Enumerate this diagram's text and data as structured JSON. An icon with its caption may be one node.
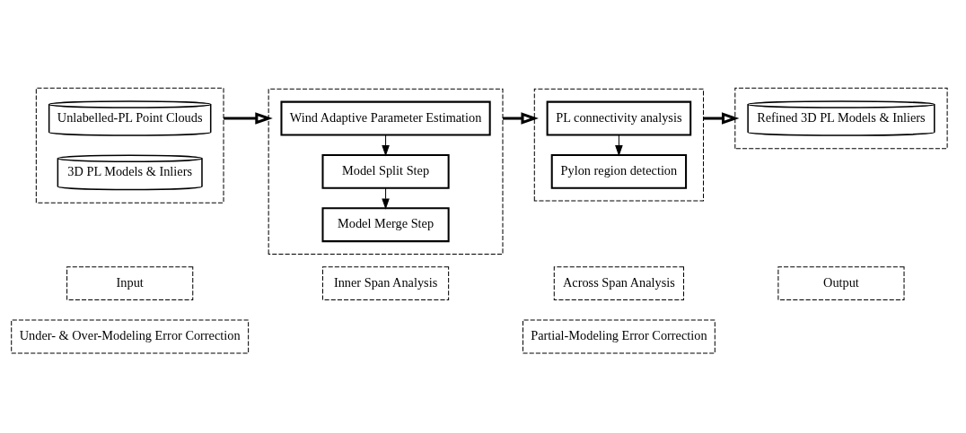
{
  "diagram": {
    "nodes": [
      {
        "text": [
          "Input"
        ]
      },
      {
        "text": [
          "Inner Span Analysis"
        ]
      },
      {
        "text": [
          "Across Span Analysis"
        ]
      },
      {
        "text": [
          "Output"
        ]
      },
      {
        "text": [],
        "shape": "box"
      },
      {
        "text": [
          "Unlabelled-PL Point Clouds"
        ],
        "in": 4
      },
      {
        "text": [
          "3D PL Models & Inliers"
        ],
        "in": 4
      },
      {
        "text": [],
        "shape": "box"
      },
      {
        "text": [
          "Wind Adaptive Parameter Estimation"
        ],
        "in": 7
      },
      {
        "text": [
          "Model Split Step"
        ],
        "in": 7
      },
      {
        "text": [
          "Model Merge Step"
        ],
        "in": 7
      },
      {
        "text": [],
        "shape": "box"
      },
      {
        "text": [
          "PL connectivity analysis"
        ],
        "in": 11
      },
      {
        "text": [
          "Pylon region detection"
        ],
        "in": 11
      },
      {
        "text": [],
        "shape": "box"
      },
      {
        "text": [
          "Refined 3D PL Models & Inliers"
        ],
        "in": 14
      },
      {
        "text": [
          "Under- & Over-Modeling Error Correction"
        ]
      },
      {
        "text": [
          "Partial-Modeling Error Correction"
        ]
      }
    ],
    "edges": [
      {
        "from": 8,
        "to": 9,
        "arrow": "to"
      },
      {
        "from": 9,
        "to": 10,
        "arrow": "to"
      },
      {
        "from": 12,
        "to": 13,
        "arrow": "to"
      },
      {
        "from": 4,
        "to": 7,
        "arrow": "to",
        "style": "thick"
      },
      {
        "from": 7,
        "to": 11,
        "arrow": "to",
        "style": "thick"
      },
      {
        "from": 11,
        "to": 14,
        "arrow": "to",
        "style": "thick"
      }
    ]
  }
}
